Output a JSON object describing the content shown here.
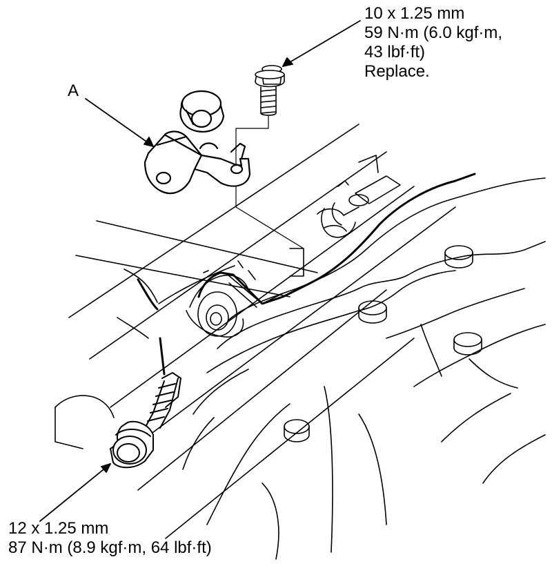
{
  "callouts": {
    "top_bolt": {
      "lines": [
        "10 x 1.25 mm",
        "59 N·m (6.0 kgf·m,",
        "43 lbf·ft)",
        "Replace."
      ]
    },
    "bottom_bolt": {
      "lines": [
        "12 x 1.25 mm",
        "87 N·m (8.9 kgf·m, 64 lbf·ft)"
      ]
    },
    "part_a": {
      "label": "A"
    }
  }
}
